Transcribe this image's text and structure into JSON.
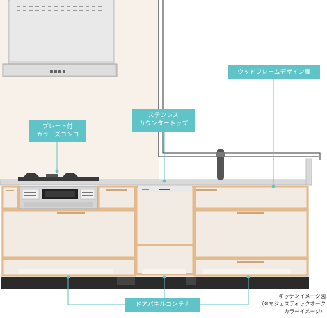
{
  "callouts": {
    "gas_stove": {
      "line1": "プレート付",
      "line2": "カラーズコンロ"
    },
    "countertop": {
      "line1": "ステンレス",
      "line2": "カウンタートップ"
    },
    "door_frame": {
      "line1": "ウッドフレームデザイン扉"
    },
    "container": {
      "line1": "ドアパネルコンテナ"
    }
  },
  "note": {
    "line1": "キッチンイメージ図",
    "line2": "（※マジェスティックオーク",
    "line3": "カラーイメージ）"
  },
  "colors": {
    "accent": "#5fc3c8",
    "wall": "#f7f1ea",
    "cabinet": "#f1ebe3",
    "wood_frame": "#e4b98b",
    "counter": "#d9d9d9",
    "plinth": "#2b2b2b"
  }
}
